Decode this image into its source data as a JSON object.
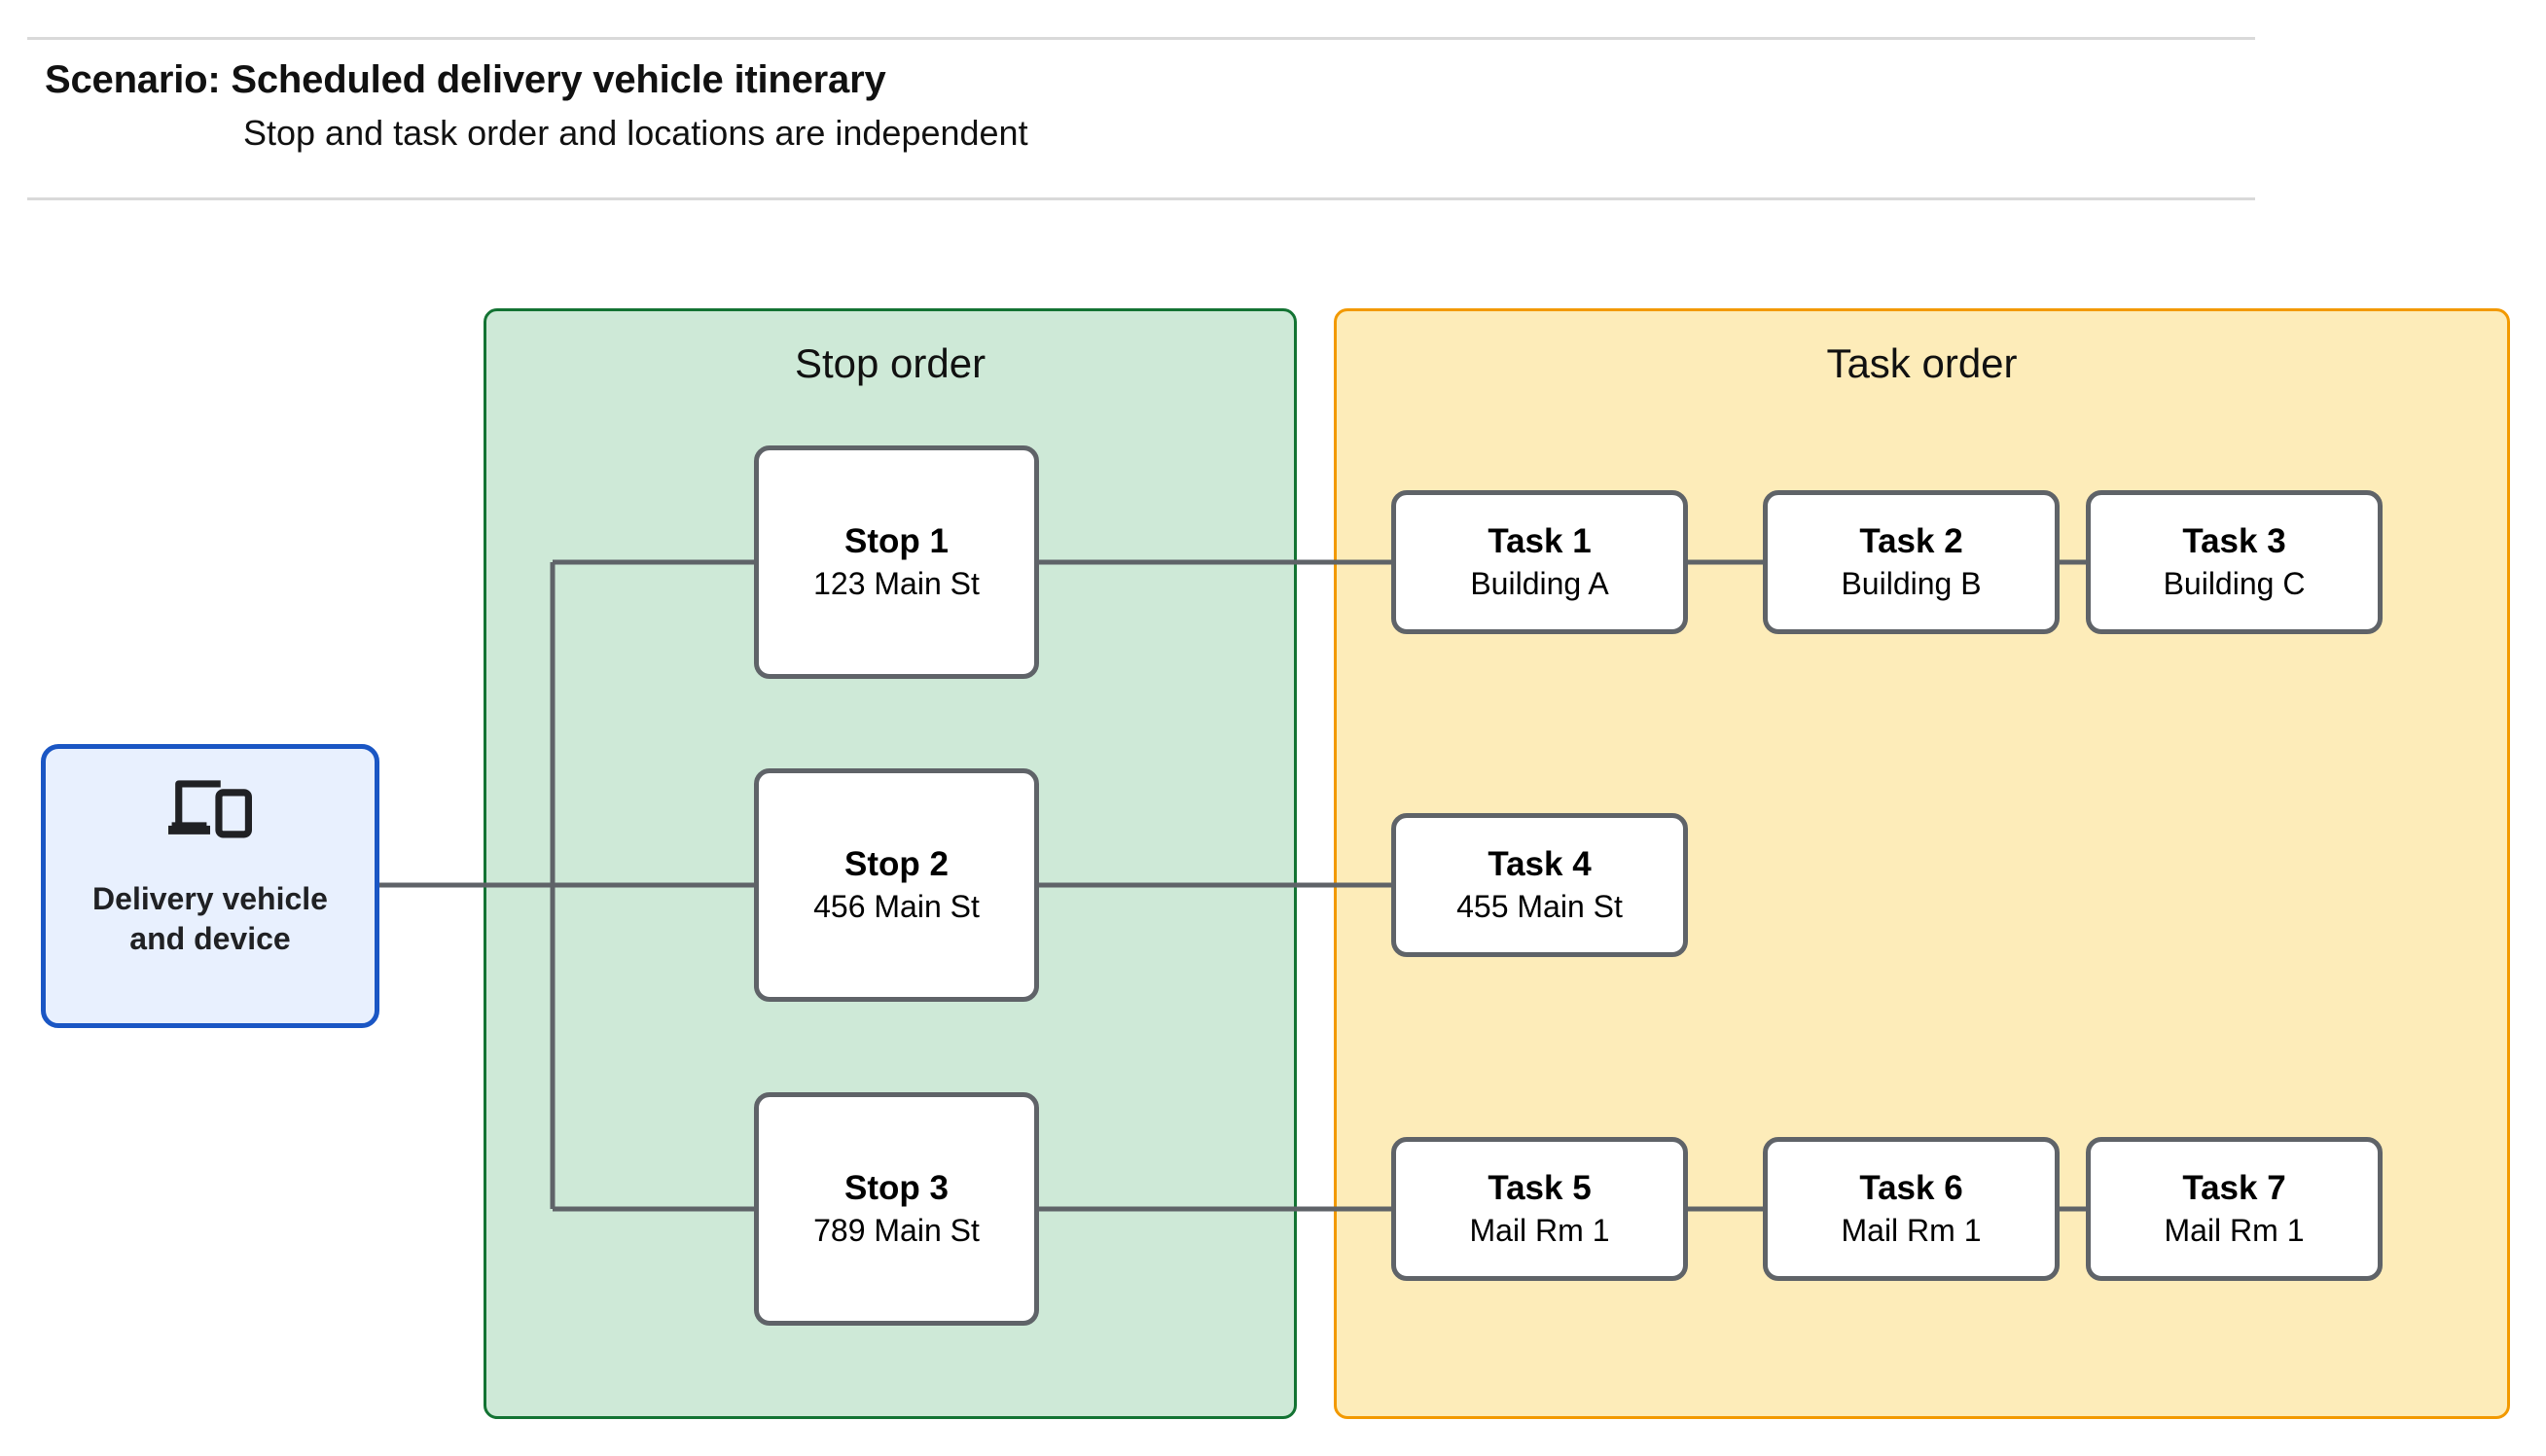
{
  "header": {
    "title": "Scenario: Scheduled delivery vehicle itinerary",
    "subtitle": "Stop and task order and locations are independent"
  },
  "device": {
    "icon": "devices-icon",
    "label": "Delivery vehicle\nand device",
    "border_color": "#1a56c4",
    "fill_color": "#e8f0fe"
  },
  "groups": {
    "stop": {
      "title": "Stop order",
      "fill_color": "#cee9d7",
      "border_color": "#137333"
    },
    "task": {
      "title": "Task order",
      "fill_color": "#fdecb9",
      "border_color": "#f29900"
    }
  },
  "stops": [
    {
      "title": "Stop 1",
      "address": "123 Main St"
    },
    {
      "title": "Stop 2",
      "address": "456 Main St"
    },
    {
      "title": "Stop 3",
      "address": "789 Main St"
    }
  ],
  "task_rows": [
    {
      "stop": "Stop 1",
      "tasks": [
        {
          "title": "Task 1",
          "location": "Building A"
        },
        {
          "title": "Task 2",
          "location": "Building B"
        },
        {
          "title": "Task 3",
          "location": "Building C"
        }
      ]
    },
    {
      "stop": "Stop 2",
      "tasks": [
        {
          "title": "Task 4",
          "location": "455 Main St"
        }
      ]
    },
    {
      "stop": "Stop 3",
      "tasks": [
        {
          "title": "Task 5",
          "location": "Mail Rm 1"
        },
        {
          "title": "Task 6",
          "location": "Mail Rm 1"
        },
        {
          "title": "Task 7",
          "location": "Mail Rm 1"
        }
      ]
    }
  ],
  "colors": {
    "connector": "#5f6368",
    "node_border": "#5f6368",
    "rule": "#d9d9d9",
    "text": "#111111"
  }
}
